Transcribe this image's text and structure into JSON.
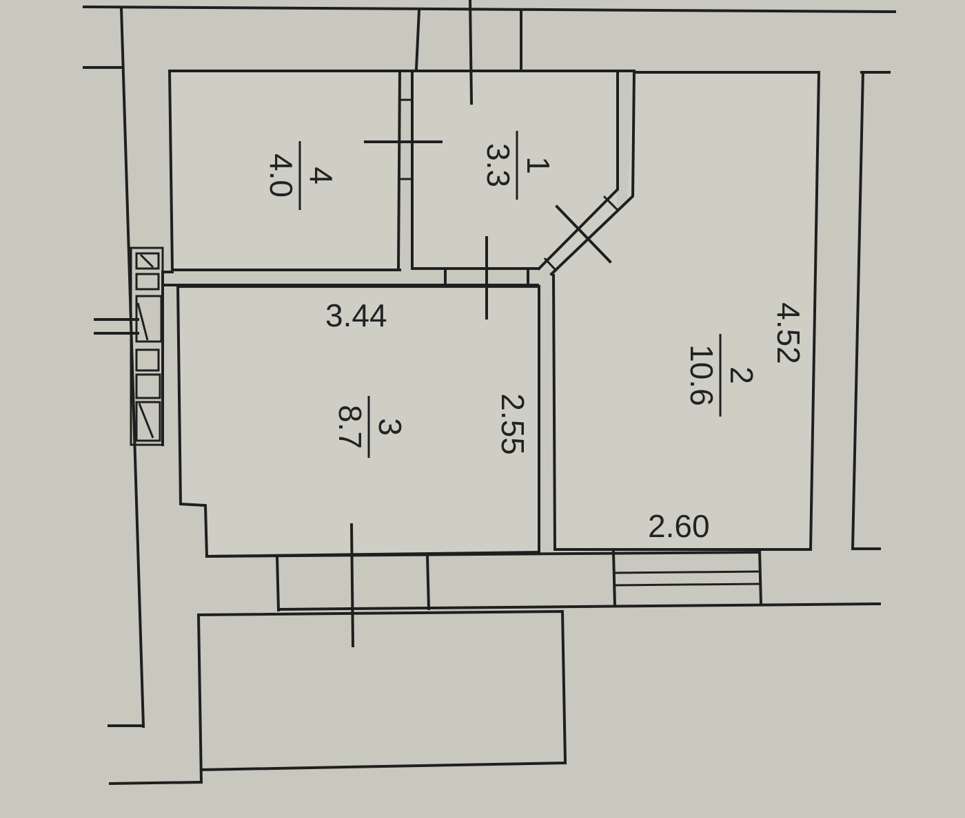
{
  "rooms": [
    {
      "number": "1",
      "area": "3.3"
    },
    {
      "number": "2",
      "area": "10.6"
    },
    {
      "number": "3",
      "area": "8.7"
    },
    {
      "number": "4",
      "area": "4.0"
    }
  ],
  "dimensions": {
    "room3_width": "3.44",
    "room3_length": "2.55",
    "room2_width": "2.60",
    "room2_length": "4.52"
  },
  "colors": {
    "paper": "#c9c8bf",
    "ink": "#1f1f1f"
  }
}
